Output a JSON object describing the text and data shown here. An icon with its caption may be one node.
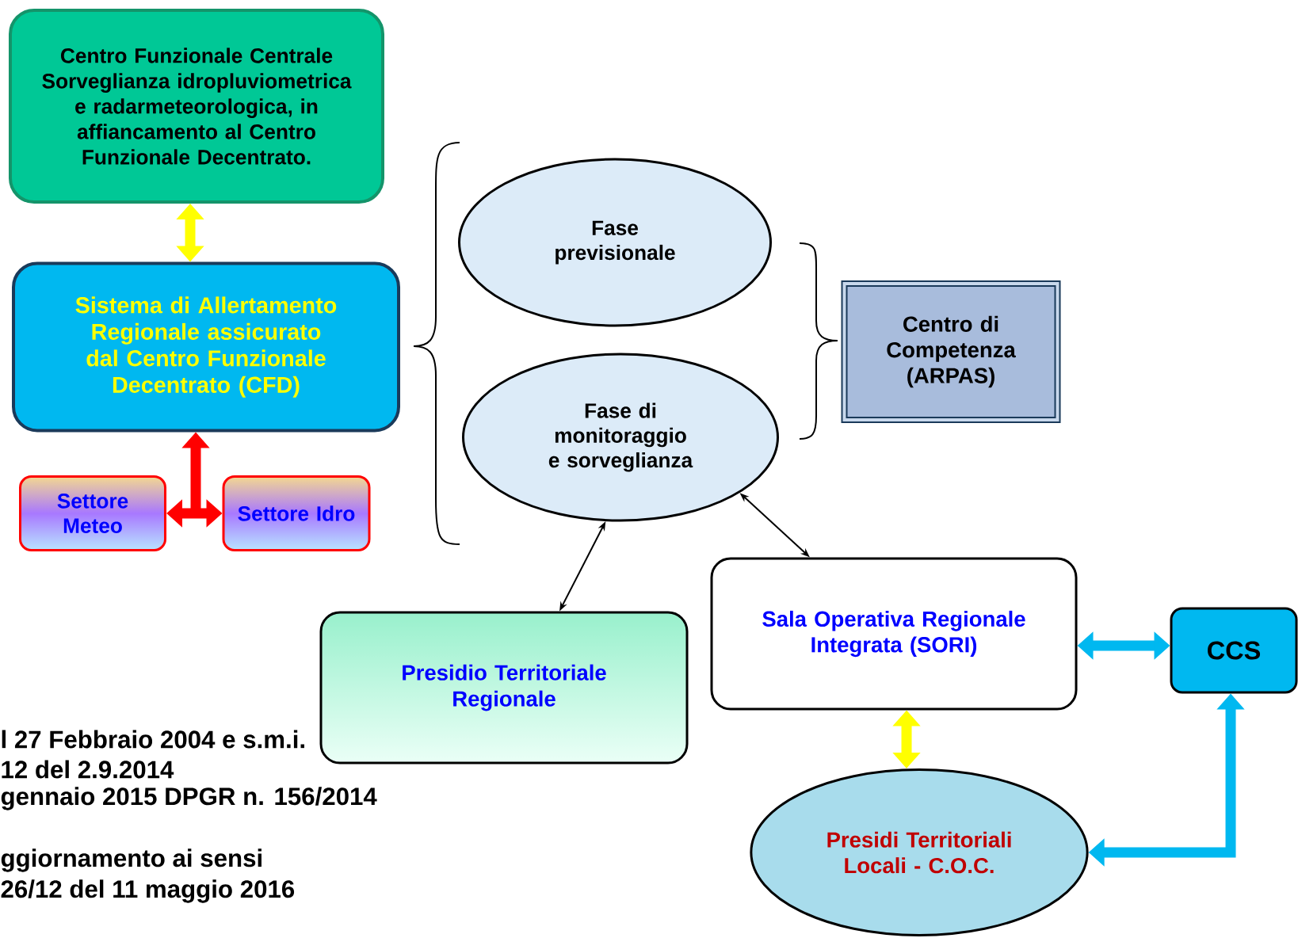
{
  "diagram": {
    "nodes": [
      {
        "text": [
          "Centro Funzionale Centrale Sorveglianza idropluviometrica e radarmeteorologica, in affiancamento al Centro Funzionale Decentrato."
        ]
      },
      {
        "text": [
          "Sistema di Allertamento Regionale assicurato dal Centro Funzionale Decentrato (CFD)"
        ]
      },
      {
        "text": [
          "Settore Meteo"
        ]
      },
      {
        "text": [
          "Settore Idro"
        ]
      },
      {
        "text": [
          "Fase previsionale"
        ]
      },
      {
        "text": [
          "Fase di monitoraggio e sorveglianza"
        ]
      },
      {
        "text": [
          "Centro di Competenza (ARPAS)"
        ]
      },
      {
        "text": [
          "Presidio Territoriale Regionale"
        ]
      },
      {
        "text": [
          "Sala Operativa Regionale Integrata (SORI)"
        ]
      },
      {
        "text": [
          "CCS"
        ]
      },
      {
        "text": [
          "Presidi Territoriali Locali -  C.O.C."
        ]
      }
    ],
    "edges": [
      {
        "from": 0,
        "to": 1,
        "arrow": "both",
        "color": "#ffff00"
      },
      {
        "from": 1,
        "to": 2,
        "arrow": "both",
        "color": "#ff0000"
      },
      {
        "from": 1,
        "to": 3,
        "arrow": "both",
        "color": "#ff0000"
      },
      {
        "from": 5,
        "to": 7,
        "arrow": "both",
        "color": "#000000"
      },
      {
        "from": 5,
        "to": 8,
        "arrow": "both",
        "color": "#000000"
      },
      {
        "from": 8,
        "to": 9,
        "arrow": "both",
        "color": "#00b8f0"
      },
      {
        "from": 8,
        "to": 10,
        "arrow": "both",
        "color": "#ffff00"
      },
      {
        "from": 10,
        "to": 9,
        "arrow": "both",
        "color": "#00b8f0"
      }
    ],
    "labels": [
      "l  27 Febbraio 2004 e s.m.i.",
      "12 del 2.9.2014",
      "gennaio 2015 DPGR n. 156/2014",
      "ggiornamento ai sensi",
      "26/12 del 11 maggio 2016"
    ]
  }
}
